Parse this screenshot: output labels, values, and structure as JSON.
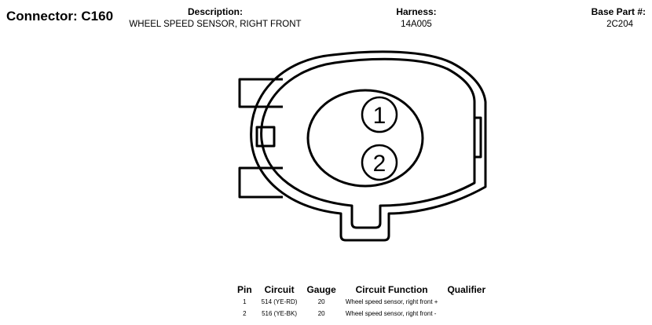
{
  "connector": {
    "title": "Connector: C160"
  },
  "header": {
    "description_label": "Description:",
    "description_value": "WHEEL SPEED SENSOR, RIGHT FRONT",
    "harness_label": "Harness:",
    "harness_value": "14A005",
    "base_part_label": "Base Part #:",
    "base_part_value": "2C204"
  },
  "diagram": {
    "pins": [
      "1",
      "2"
    ]
  },
  "table": {
    "headers": [
      "Pin",
      "Circuit",
      "Gauge",
      "Circuit Function",
      "Qualifier"
    ],
    "rows": [
      {
        "pin": "1",
        "circuit": "514 (YE-RD)",
        "gauge": "20",
        "function": "Wheel speed sensor, right front +",
        "qualifier": ""
      },
      {
        "pin": "2",
        "circuit": "516 (YE-BK)",
        "gauge": "20",
        "function": "Wheel speed sensor, right front -",
        "qualifier": ""
      }
    ]
  }
}
